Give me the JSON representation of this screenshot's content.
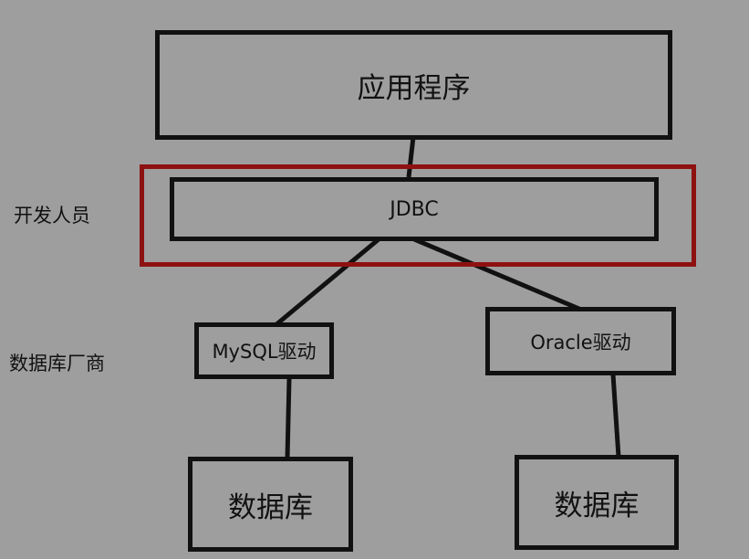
{
  "diagram": {
    "application": "应用程序",
    "jdbc": "JDBC",
    "mysql_driver": "MySQL驱动",
    "oracle_driver": "Oracle驱动",
    "database_left": "数据库",
    "database_right": "数据库",
    "developer_label": "开发人员",
    "vendor_label": "数据库厂商",
    "highlight_color": "#8e1111",
    "line_color": "#111111",
    "background_color": "#9e9e9e"
  }
}
